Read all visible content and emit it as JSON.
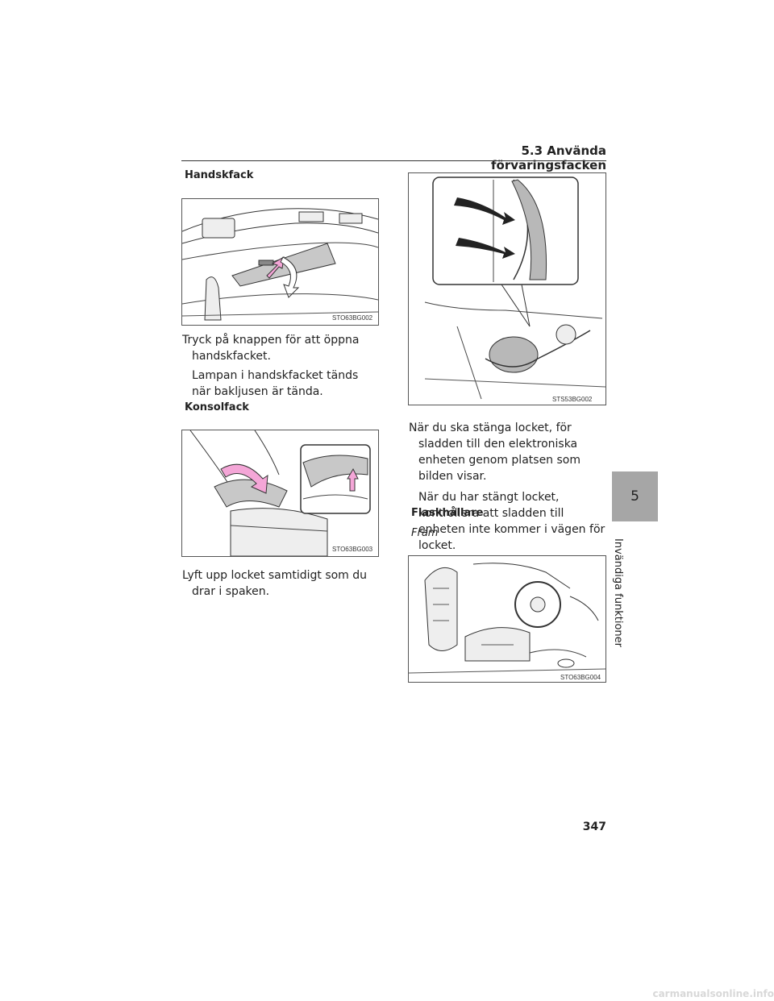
{
  "header": {
    "section_title": "5.3  Använda förvaringsfacken"
  },
  "left": {
    "glovebox": {
      "heading": "Handskfack",
      "figure_code": "STO63BG002",
      "step": "Tryck på knappen för att öppna handskfacket.",
      "note": "Lampan i handskfacket tänds när bakljusen är tända."
    },
    "console": {
      "heading": "Konsolfack",
      "figure_code": "STO63BG003",
      "step": "Lyft upp locket samtidigt som du drar i spaken."
    }
  },
  "right": {
    "cable": {
      "figure_code": "STS53BG002",
      "step": "När du ska stänga locket, för sladden till den elektroniska enheten genom platsen som bilden visar.",
      "note": "När du har stängt locket, kontrollera att sladden till enheten inte kommer i vägen för locket."
    },
    "bottle": {
      "heading": "Flaskhållare",
      "subheading": "Fram",
      "figure_code": "STO63BG004"
    }
  },
  "side_tab": {
    "number": "5",
    "label": "Invändiga funktioner"
  },
  "footer": {
    "page_number": "347",
    "watermark": "carmanualsonline.info"
  },
  "colors": {
    "tab_gray": "#a6a6a6",
    "accent_pink": "#f4a6d7",
    "panel_gray": "#b8b8b8"
  }
}
